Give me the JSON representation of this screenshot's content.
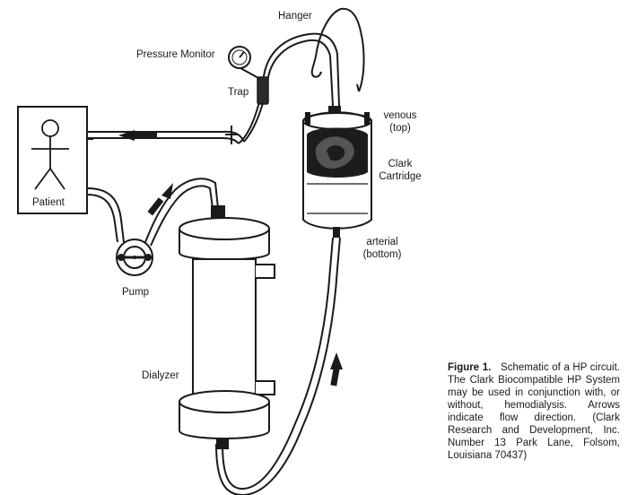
{
  "labels": {
    "hanger": "Hanger",
    "pressure_monitor": "Pressure Monitor",
    "trap": "Trap",
    "venous_line1": "venous",
    "venous_line2": "(top)",
    "clark_line1": "Clark",
    "clark_line2": "Cartridge",
    "patient": "Patient",
    "arterial_line1": "arterial",
    "arterial_line2": "(bottom)",
    "pump": "Pump",
    "dialyzer": "Dialyzer"
  },
  "caption": {
    "label": "Figure 1.",
    "text": "Schematic of a HP circuit. The Clark Biocompatible HP System may be used in conjunction with, or without, hemodialysis. Arrows indicate flow direction. (Clark Research and Development, Inc. Number 13 Park Lane, Folsom, Louisiana 70437)"
  },
  "colors": {
    "ink": "#1a1a1a",
    "background": "#ffffff",
    "cartridge_fill": "#1c1c1c"
  },
  "icons": [
    "patient-stick-figure",
    "pressure-gauge",
    "roller-pump",
    "flow-arrow"
  ]
}
